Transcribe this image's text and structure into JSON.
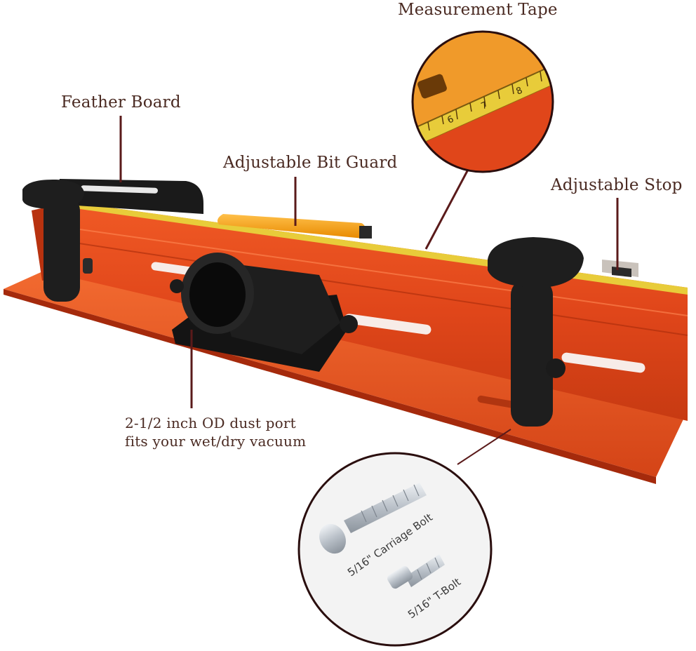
{
  "labels": {
    "measurement_tape": "Measurement Tape",
    "feather_board": "Feather Board",
    "bit_guard": "Adjustable Bit Guard",
    "adjustable_stop": "Adjustable Stop",
    "dust_port_line1": "2-1/2 inch OD dust port",
    "dust_port_line2": "fits your wet/dry vacuum"
  },
  "bolt_labels": {
    "carriage_bolt": "5/16\" Carriage Bolt",
    "t_bolt": "5/16\" T-Bolt"
  },
  "tape_numbers": [
    "6",
    "7",
    "8"
  ],
  "colors": {
    "fence_orange": "#e0461a",
    "fence_dark": "#b8320f",
    "knob_black": "#1e1e1e",
    "tape_yellow": "#e8cc3a",
    "guard_amber": "#f0a010",
    "label_brown": "#4a2a22",
    "leader_line": "#5a1a1a"
  }
}
